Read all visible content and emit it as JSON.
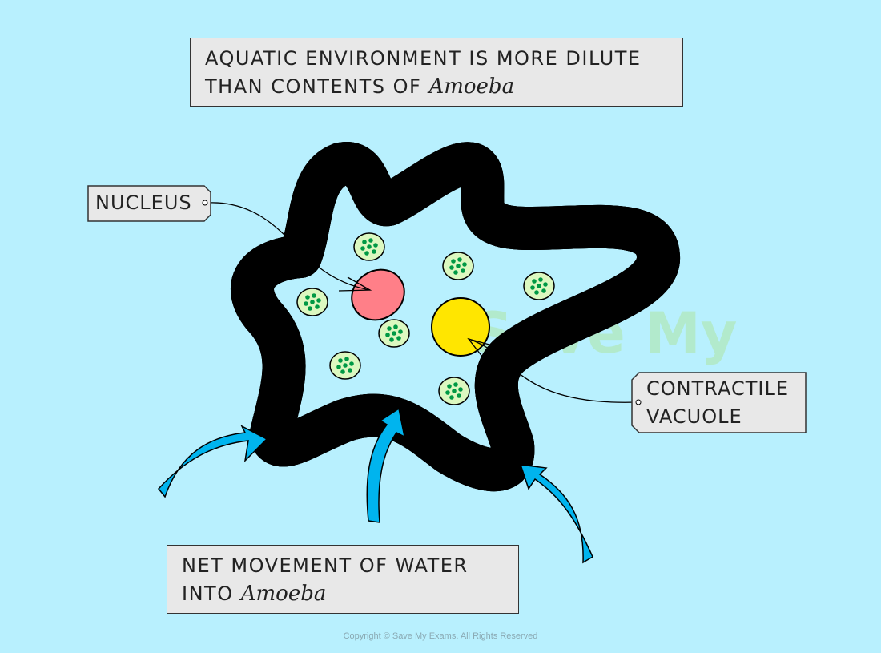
{
  "title_box": {
    "line1": "AQUATIC ENVIRONMENT IS MORE DILUTE",
    "line2_prefix": "THAN  CONTENTS OF",
    "organism": "Amoeba"
  },
  "labels": {
    "nucleus": "NUCLEUS",
    "vacuole_line1": "CONTRACTILE",
    "vacuole_line2": "VACUOLE"
  },
  "bottom_box": {
    "line1": "NET MOVEMENT OF  WATER",
    "line2_prefix": "INTO",
    "organism": "Amoeba"
  },
  "watermark": "Save My Exams",
  "copyright": "Copyright © Save My Exams. All Rights Reserved",
  "colors": {
    "background": "#b8f0fe",
    "membrane": "#009900",
    "cytoplasm": "#bdf07a",
    "nucleus": "#ff7f88",
    "vacuole": "#ffe600",
    "arrows": "#00b4ee",
    "chloroplast_dots": "#009944"
  }
}
